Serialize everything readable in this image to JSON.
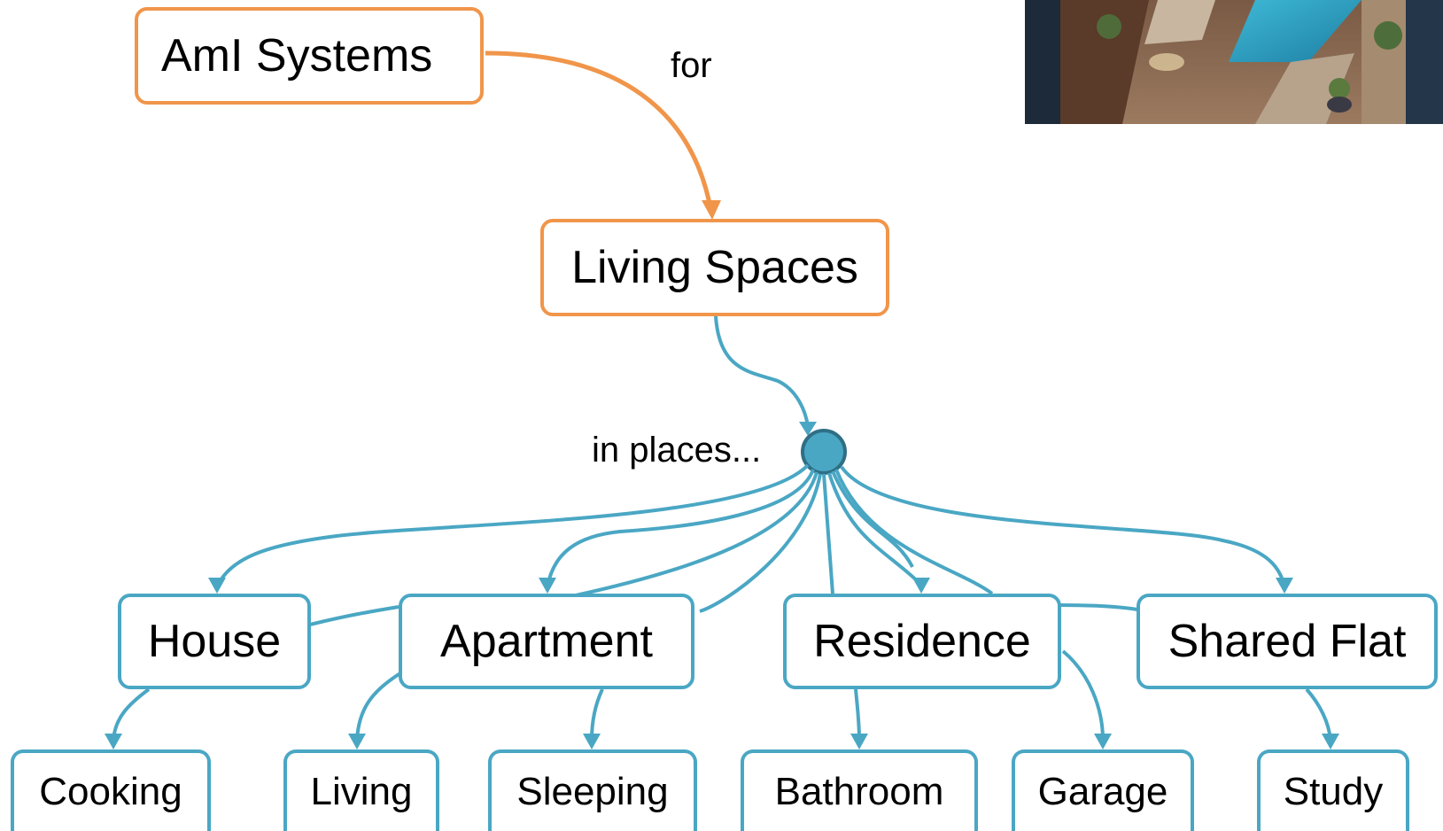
{
  "diagram": {
    "top": {
      "aml_systems": "AmI Systems",
      "for_label": "for",
      "living_spaces": "Living Spaces",
      "in_places_label": "in places..."
    },
    "places": {
      "house": "House",
      "apartment": "Apartment",
      "residence": "Residence",
      "shared_flat": "Shared Flat"
    },
    "rooms": {
      "cooking": "Cooking",
      "living": "Living",
      "sleeping": "Sleeping",
      "bathroom": "Bathroom",
      "garage": "Garage",
      "study": "Study"
    }
  },
  "colors": {
    "orange": "#f0954a",
    "blue": "#4aa7c4"
  }
}
